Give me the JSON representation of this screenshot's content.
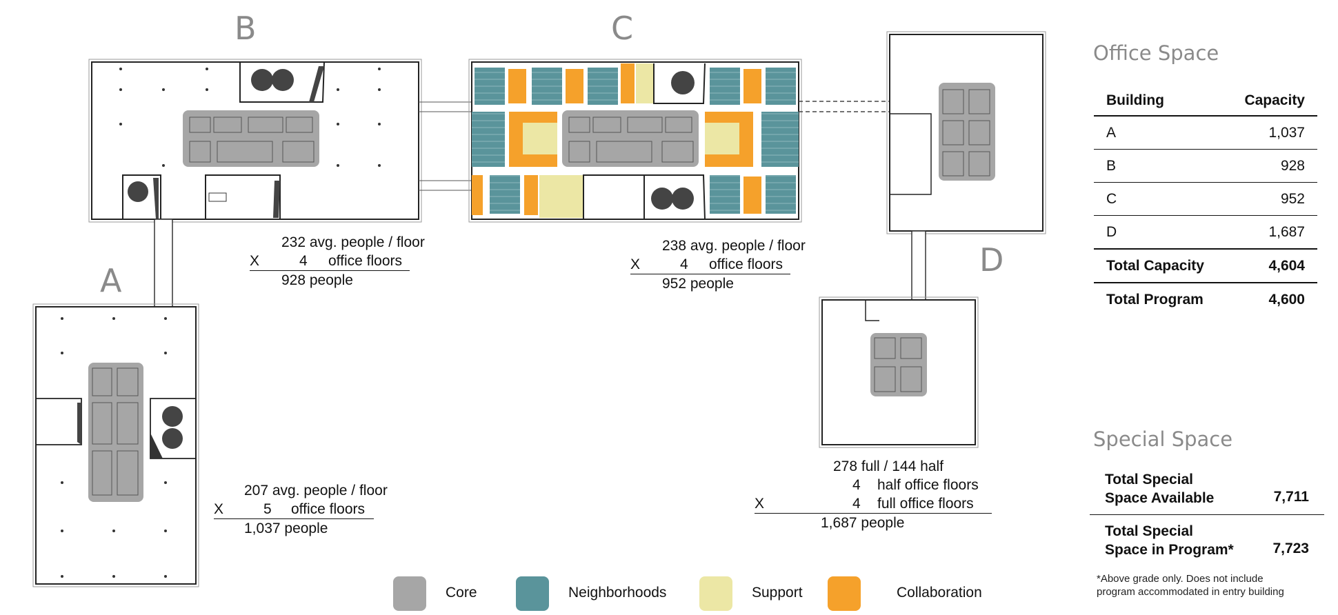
{
  "buildings": {
    "a": {
      "letter": "A",
      "avg_line": "207  avg. people / floor",
      "mult_x": "X",
      "mult_num": "5",
      "mult_text": "office floors",
      "result": "1,037 people"
    },
    "b": {
      "letter": "B",
      "avg_line": "232  avg. people / floor",
      "mult_x": "X",
      "mult_num": "4",
      "mult_text": "office floors",
      "result": "928 people"
    },
    "c": {
      "letter": "C",
      "avg_line": "238  avg. people / floor",
      "mult_x": "X",
      "mult_num": "4",
      "mult_text": "office floors",
      "result": "952 people"
    },
    "d": {
      "letter": "D",
      "line1": "278 full / 144 half",
      "half_num": "4",
      "half_text": "half office floors",
      "mult_x": "X",
      "full_num": "4",
      "full_text": "full office floors",
      "result": "1,687 people"
    }
  },
  "office_space": {
    "title": "Office Space",
    "headers": [
      "Building",
      "Capacity"
    ],
    "rows": [
      {
        "building": "A",
        "capacity": "1,037"
      },
      {
        "building": "B",
        "capacity": "928"
      },
      {
        "building": "C",
        "capacity": "952"
      },
      {
        "building": "D",
        "capacity": "1,687"
      }
    ],
    "total_capacity_label": "Total Capacity",
    "total_capacity_value": "4,604",
    "total_program_label": "Total Program",
    "total_program_value": "4,600"
  },
  "special_space": {
    "title": "Special Space",
    "available_line1": "Total Special",
    "available_line2": "Space Available",
    "available_value": "7,711",
    "program_line1": "Total Special",
    "program_line2": "Space in Program*",
    "program_value": "7,723",
    "footnote_line1": "*Above grade only. Does not include",
    "footnote_line2": "program accommodated in entry building"
  },
  "legend": [
    {
      "label": "Core",
      "color": "#a6a6a6"
    },
    {
      "label": "Neighborhoods",
      "color": "#5a949b"
    },
    {
      "label": "Support",
      "color": "#ece7a5"
    },
    {
      "label": "Collaboration",
      "color": "#f5a12b"
    }
  ],
  "colors": {
    "core": "#a6a6a6",
    "neighborhood": "#5a949b",
    "support": "#ece7a5",
    "collaboration": "#f5a12b"
  }
}
